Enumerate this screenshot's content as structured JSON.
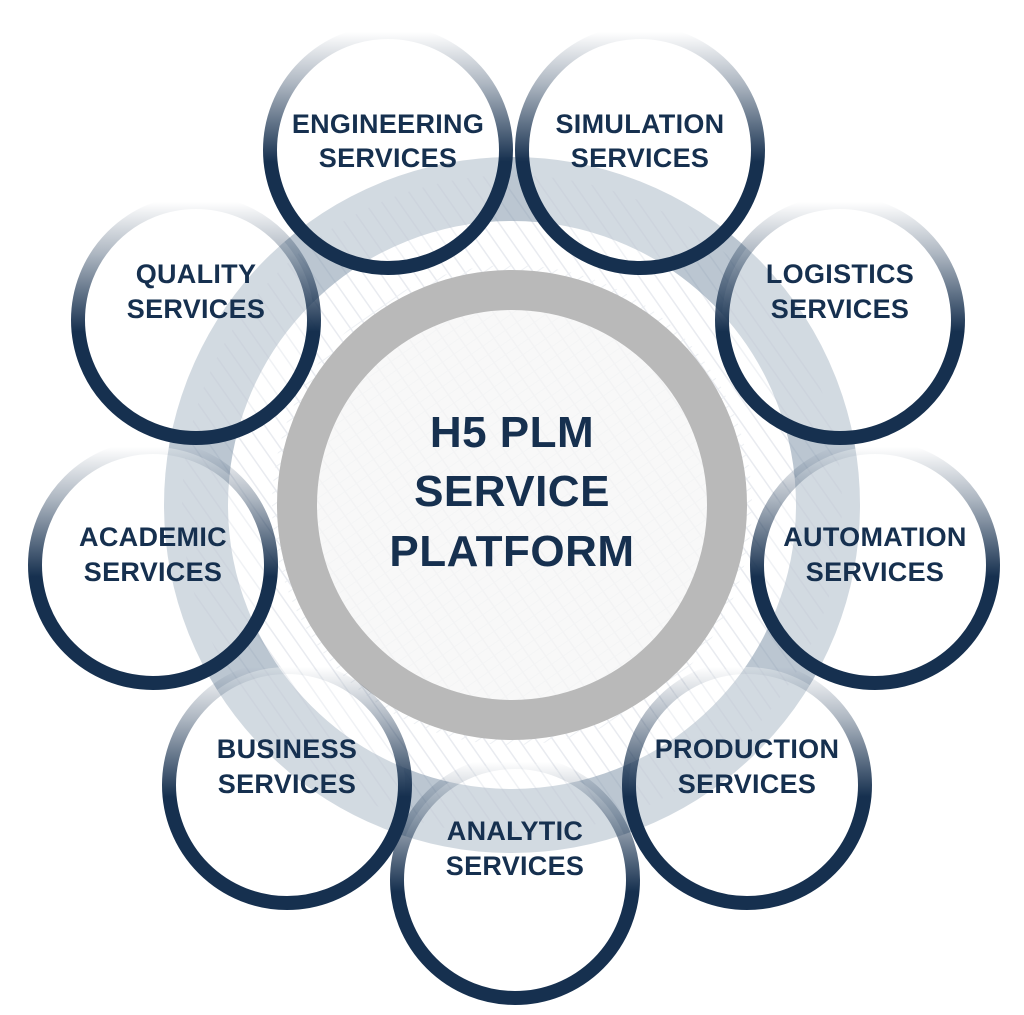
{
  "hub": {
    "lines": [
      "H5 PLM",
      "SERVICE",
      "PLATFORM"
    ]
  },
  "services": [
    {
      "id": "engineering",
      "lines": [
        "ENGINEERING",
        "SERVICES"
      ]
    },
    {
      "id": "simulation",
      "lines": [
        "SIMULATION",
        "SERVICES"
      ]
    },
    {
      "id": "logistics",
      "lines": [
        "LOGISTICS",
        "SERVICES"
      ]
    },
    {
      "id": "automation",
      "lines": [
        "AUTOMATION",
        "SERVICES"
      ]
    },
    {
      "id": "production",
      "lines": [
        "PRODUCTION",
        "SERVICES"
      ]
    },
    {
      "id": "analytic",
      "lines": [
        "ANALYTIC",
        "SERVICES"
      ]
    },
    {
      "id": "business",
      "lines": [
        "BUSINESS",
        "SERVICES"
      ]
    },
    {
      "id": "academic",
      "lines": [
        "ACADEMIC",
        "SERVICES"
      ]
    },
    {
      "id": "quality",
      "lines": [
        "QUALITY",
        "SERVICES"
      ]
    }
  ],
  "colors": {
    "navy": "#16304f",
    "ring": "#8a9cb0",
    "hub_ring": "#b9b9b9",
    "hub_fill": "#f4f4f4",
    "background": "#ffffff"
  }
}
